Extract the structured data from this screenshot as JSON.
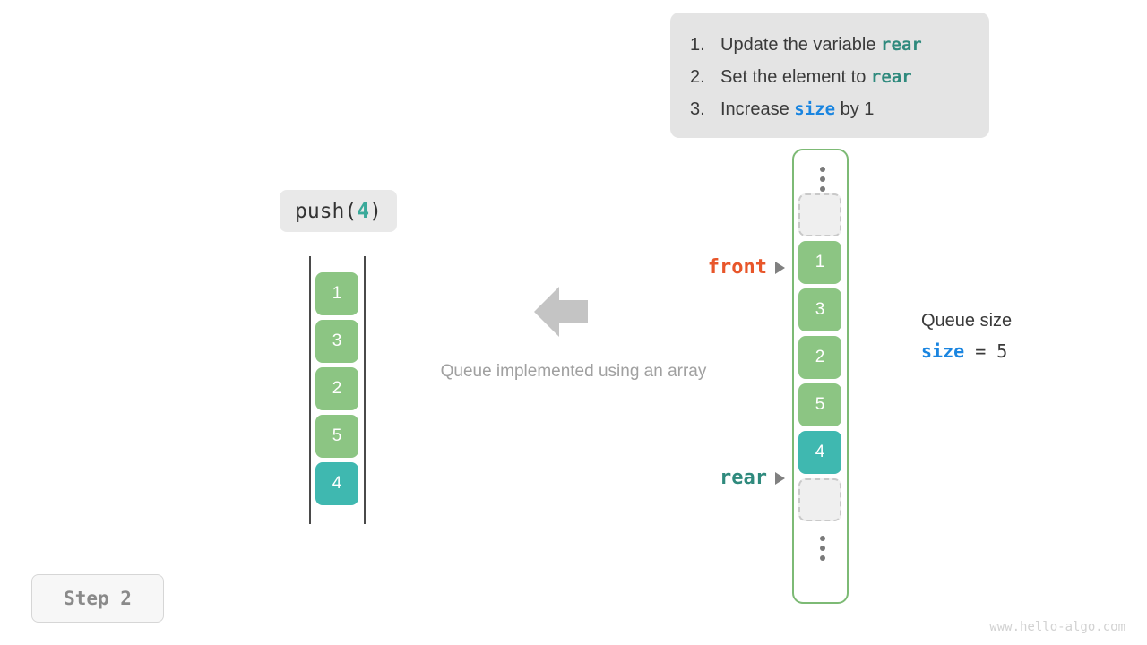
{
  "instructions": {
    "items": [
      {
        "index": "1.",
        "before": "Update the variable ",
        "code": "rear",
        "code_style": "teal",
        "after": ""
      },
      {
        "index": "2.",
        "before": "Set the element to ",
        "code": "rear",
        "code_style": "teal",
        "after": ""
      },
      {
        "index": "3.",
        "before": "Increase ",
        "code": "size",
        "code_style": "blue",
        "after": " by 1"
      }
    ]
  },
  "operation": {
    "name": "push(",
    "argument": "4",
    "close": ")"
  },
  "left_array": {
    "cells": [
      {
        "value": "1",
        "style": "green"
      },
      {
        "value": "3",
        "style": "green"
      },
      {
        "value": "2",
        "style": "green"
      },
      {
        "value": "5",
        "style": "green"
      },
      {
        "value": "4",
        "style": "teal"
      }
    ]
  },
  "center": {
    "caption": "Queue implemented using an array"
  },
  "right_column": {
    "cells": [
      {
        "value": "",
        "style": "empty"
      },
      {
        "value": "1",
        "style": "green"
      },
      {
        "value": "3",
        "style": "green"
      },
      {
        "value": "2",
        "style": "green"
      },
      {
        "value": "5",
        "style": "green"
      },
      {
        "value": "4",
        "style": "teal"
      },
      {
        "value": "",
        "style": "empty"
      }
    ]
  },
  "pointers": {
    "front": "front",
    "rear": "rear"
  },
  "size_readout": {
    "title": "Queue size",
    "variable": "size",
    "expression": " = 5"
  },
  "step_badge": {
    "label": "Step 2"
  },
  "watermark": {
    "text": "www.hello-algo.com"
  },
  "colors": {
    "green": "#8cc583",
    "teal": "#3fb8b0",
    "front": "#e8562a",
    "rear": "#2f8a7d",
    "size": "#1a85e0",
    "container_border": "#7dba75",
    "callout_bg": "#e4e4e4"
  }
}
